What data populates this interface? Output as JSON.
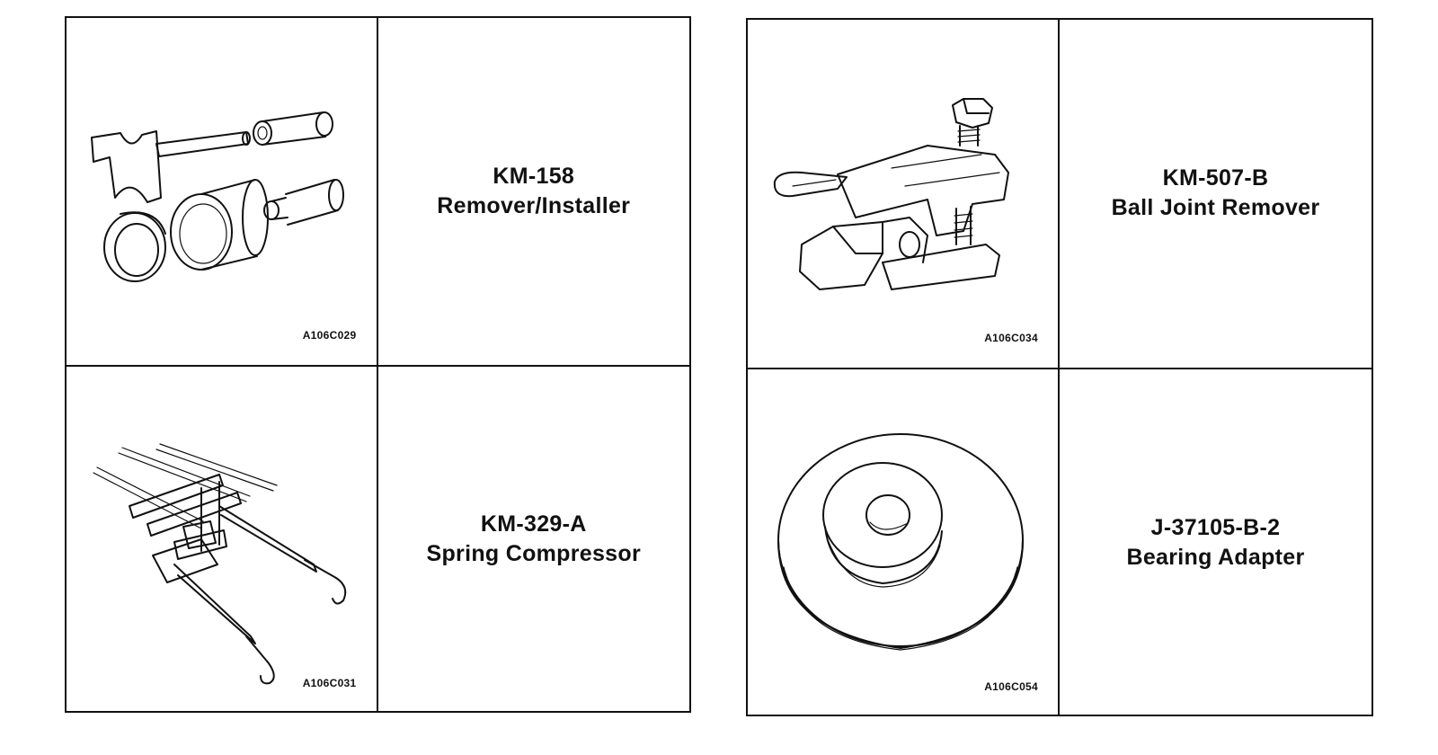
{
  "tables": [
    {
      "tools": [
        {
          "figure_code": "A106C029",
          "tool_number": "KM-158",
          "tool_name": "Remover/Installer",
          "icon": "remover-installer-set-icon"
        },
        {
          "figure_code": "A106C031",
          "tool_number": "KM-329-A",
          "tool_name": "Spring Compressor",
          "icon": "spring-compressor-icon"
        }
      ]
    },
    {
      "tools": [
        {
          "figure_code": "A106C034",
          "tool_number": "KM-507-B",
          "tool_name": "Ball Joint Remover",
          "icon": "ball-joint-remover-icon"
        },
        {
          "figure_code": "A106C054",
          "tool_number": "J-37105-B-2",
          "tool_name": "Bearing Adapter",
          "icon": "bearing-adapter-icon"
        }
      ]
    }
  ]
}
